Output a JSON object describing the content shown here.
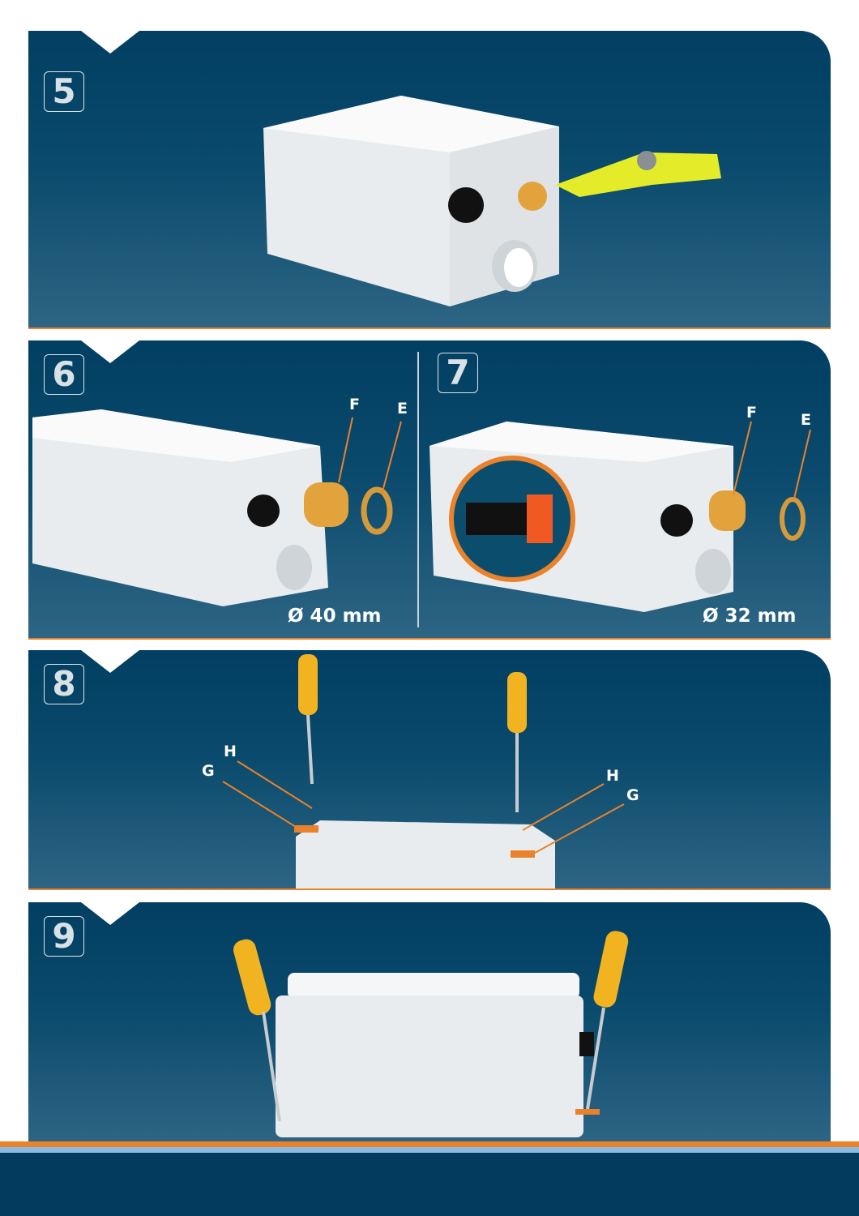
{
  "steps": [
    {
      "number": "5"
    },
    {
      "number": "6",
      "labels": {
        "f": "F",
        "e": "E"
      },
      "diameter": "Ø 40 mm"
    },
    {
      "number": "7",
      "labels": {
        "f": "F",
        "e": "E"
      },
      "diameter": "Ø 32 mm"
    },
    {
      "number": "8",
      "labels": {
        "h1": "H",
        "g1": "G",
        "h2": "H",
        "g2": "G"
      }
    },
    {
      "number": "9"
    }
  ],
  "colors": {
    "panel_top": "#023f62",
    "panel_bottom": "#2d6584",
    "accent_orange": "#e9822a",
    "footer_blue": "#8bbbe0",
    "footer_navy": "#033b5e"
  }
}
